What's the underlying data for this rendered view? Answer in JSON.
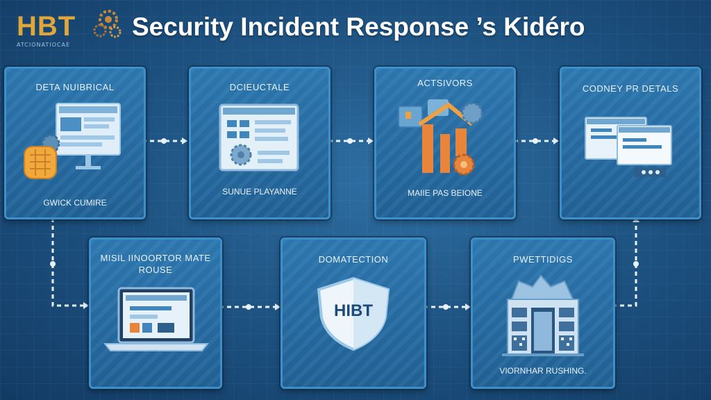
{
  "header": {
    "logo_text": "HBT",
    "logo_subtext": "ATCIONATIOCAE",
    "title": "Security Incident Response ’s Kidéro"
  },
  "steps": [
    {
      "title": "DETA NUIBRICAL",
      "caption": "GWICK CUMIRE",
      "icon": "monitor-dashboard-icon"
    },
    {
      "title": "DCIEUCTALE",
      "caption": "SUNUE PLAYANNE",
      "icon": "app-window-icon"
    },
    {
      "title": "ACTSIVORS",
      "caption": "MAIIE PAS BEIONE",
      "icon": "house-gear-icon"
    },
    {
      "title": "CODNEY PR DETALS",
      "caption": "",
      "icon": "stacked-windows-icon"
    },
    {
      "title": "MISIL IINOORTOR MATE\nROUSE",
      "caption": "",
      "icon": "laptop-icon"
    },
    {
      "title": "DOMATECTION",
      "caption": "",
      "icon": "shield-icon",
      "shield_text": "HIBT"
    },
    {
      "title": "PWETTIDIGS",
      "caption": "VIORNHAR RUSHING.",
      "icon": "building-icon"
    }
  ],
  "colors": {
    "accent_orange": "#e88a3a",
    "card_border": "#3e8fc7",
    "logo_gold": "#e0a63a"
  }
}
